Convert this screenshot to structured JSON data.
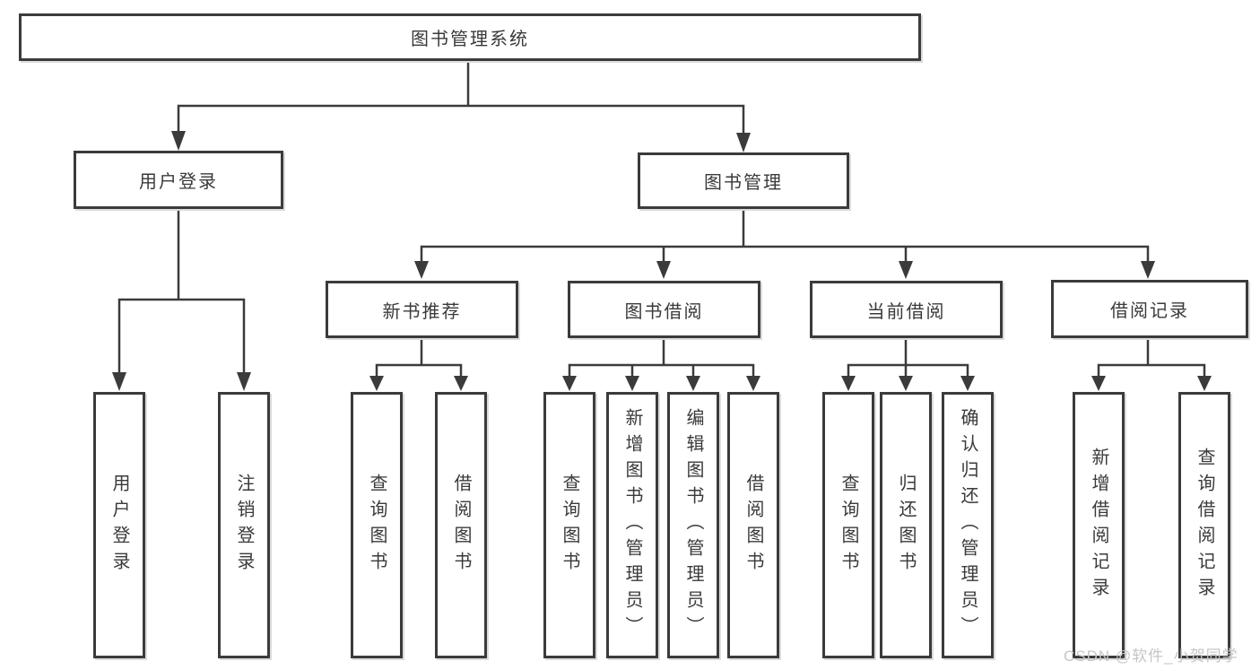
{
  "diagram": {
    "title": "图书管理系统",
    "type": "hierarchy-tree",
    "colors": {
      "line": "#3b3b3c",
      "text": "#3a3a3a",
      "background": "#ffffff",
      "watermark": "#c9c4c5"
    }
  },
  "tree": {
    "root": "图书管理系统",
    "branches": {
      "user_login": "用户登录",
      "book_mgmt": "图书管理"
    },
    "sections": {
      "new_rec": "新书推荐",
      "borrow": "图书借阅",
      "current": "当前借阅",
      "records": "借阅记录"
    },
    "leaves": {
      "user_login": "用户登录",
      "logout": "注销登录",
      "query_newrec": "查询图书",
      "borrow_newrec": "借阅图书",
      "query_borrow": "查询图书",
      "add_book": "新增图书（管理员）",
      "edit_book": "编辑图书（管理员）",
      "borrow_book": "借阅图书",
      "query_current": "查询图书",
      "return_book": "归还图书",
      "confirm_return": "确认归还（管理员）",
      "add_record": "新增借阅记录",
      "query_record": "查询借阅记录"
    }
  },
  "watermark": "CSDN @软件_小贺同学"
}
